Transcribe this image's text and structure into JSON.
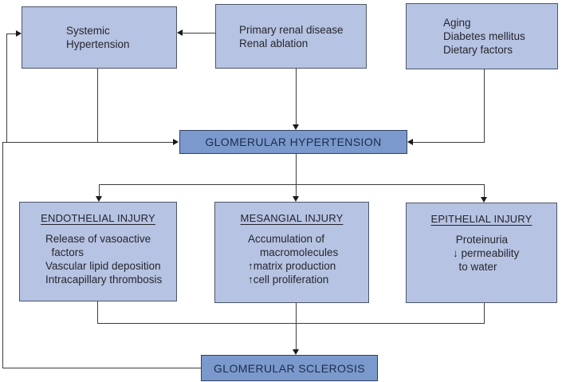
{
  "diagram": {
    "type": "medical-pathophysiology-flowchart",
    "boxes": {
      "systemic_hypertension": {
        "text": "Systemic\nHypertension"
      },
      "primary_renal_disease": {
        "text": "Primary renal disease\nRenal ablation"
      },
      "risk_factors": {
        "text": "Aging\nDiabetes mellitus\nDietary factors"
      },
      "glomerular_hypertension": {
        "label": "GLOMERULAR HYPERTENSION"
      },
      "endothelial_injury": {
        "heading": "ENDOTHELIAL INJURY",
        "body": "Release of vasoactive\n  factors\nVascular lipid deposition\nIntracapillary thrombosis"
      },
      "mesangial_injury": {
        "heading": "MESANGIAL INJURY",
        "body": "Accumulation of\n    macromolecules\n↑matrix production\n↑cell proliferation"
      },
      "epithelial_injury": {
        "heading": "EPITHELIAL INJURY",
        "body": " Proteinuria\n↓ permeability\n  to water"
      },
      "glomerular_sclerosis": {
        "label": "GLOMERULAR SCLEROSIS"
      }
    },
    "colors": {
      "box_light_fill": "#b6c3e2",
      "box_dark_fill": "#7b99cc",
      "box_border": "#4d5568",
      "line": "#3d3d3d",
      "text": "#26262e"
    }
  }
}
